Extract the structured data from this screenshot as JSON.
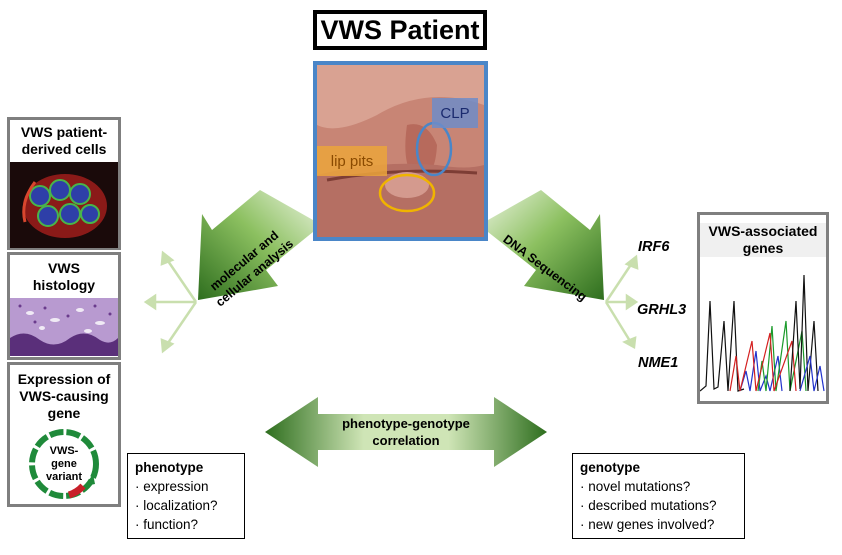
{
  "title": "VWS Patient",
  "photo_tags": {
    "lip_pits": "lip pits",
    "clp": "CLP"
  },
  "left_panels": [
    {
      "title_line1": "VWS patient-",
      "title_line2": "derived cells"
    },
    {
      "title_line1": "VWS",
      "title_line2": "histology"
    },
    {
      "title_line1": "Expression of",
      "title_line2": "VWS-causing",
      "title_line3": "gene"
    }
  ],
  "plasmid": {
    "line1": "VWS-",
    "line2": "gene",
    "line3": "variant"
  },
  "left_arrow": {
    "line1": "molecular and",
    "line2": "cellular analysis"
  },
  "right_arrow": {
    "label": "DNA Sequencing"
  },
  "genes": [
    "IRF6",
    "GRHL3",
    "NME1"
  ],
  "right_panel": {
    "title_line1": "VWS-associated",
    "title_line2": "genes"
  },
  "center_arrow": {
    "line1": "phenotype-genotype",
    "line2": "correlation"
  },
  "phenotype_box": {
    "title": "phenotype",
    "items": [
      "· expression",
      "· localization?",
      "· function?"
    ]
  },
  "genotype_box": {
    "title": "genotype",
    "items": [
      "· novel mutations?",
      "· described mutations?",
      "· new genes involved?"
    ]
  },
  "colors": {
    "arrow_dark": "#2e6e1e",
    "arrow_light": "#e3efd3",
    "photo_border": "#4a86c8",
    "panel_border": "#7f7f7f"
  }
}
